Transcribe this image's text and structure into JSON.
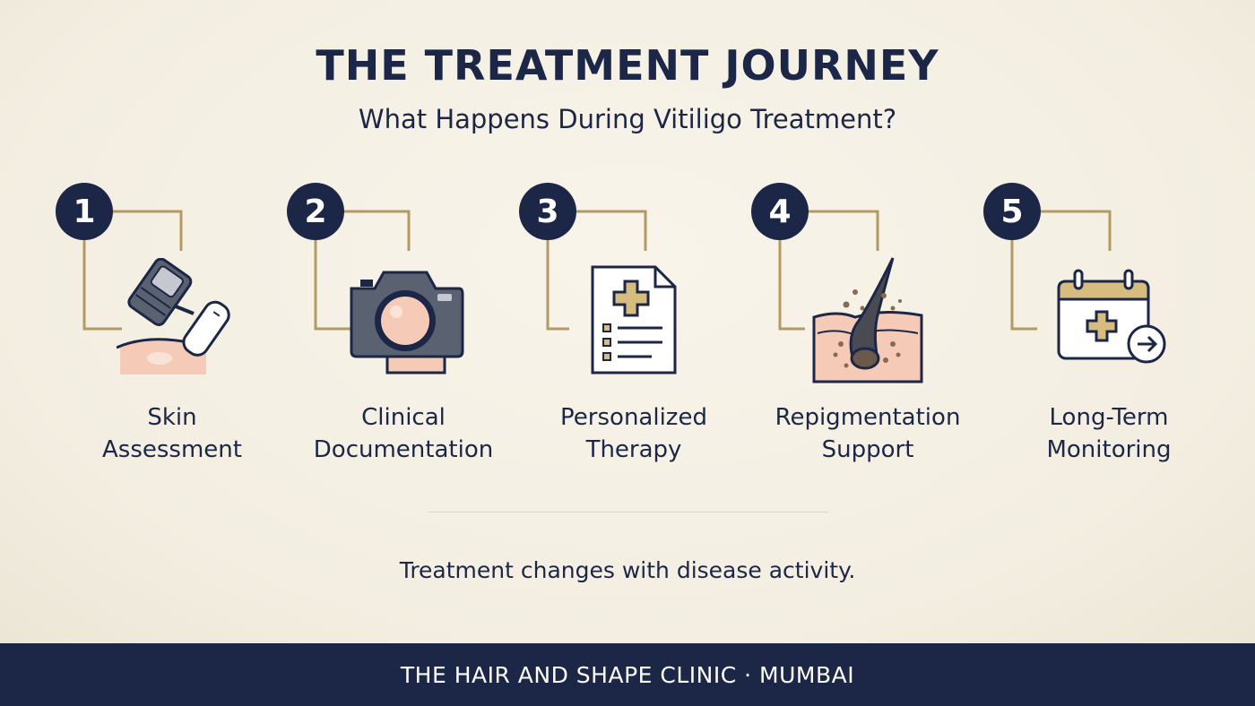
{
  "title": "THE TREATMENT JOURNEY",
  "subtitle": "What Happens During Vitiligo Treatment?",
  "steps": [
    {
      "number": "1",
      "line1": "Skin",
      "line2": "Assessment",
      "icon": "dermatoscope-icon"
    },
    {
      "number": "2",
      "line1": "Clinical",
      "line2": "Documentation",
      "icon": "camera-icon"
    },
    {
      "number": "3",
      "line1": "Personalized",
      "line2": "Therapy",
      "icon": "medical-plan-icon"
    },
    {
      "number": "4",
      "line1": "Repigmentation",
      "line2": "Support",
      "icon": "hair-follicle-icon"
    },
    {
      "number": "5",
      "line1": "Long-Term",
      "line2": "Monitoring",
      "icon": "calendar-followup-icon"
    }
  ],
  "note": "Treatment changes with disease activity.",
  "footer": "THE HAIR AND SHAPE CLINIC · MUMBAI",
  "colors": {
    "navy": "#1c2646",
    "background": "#f5f0e4",
    "gold": "#b39a62",
    "skin": "#f5cbb8"
  }
}
